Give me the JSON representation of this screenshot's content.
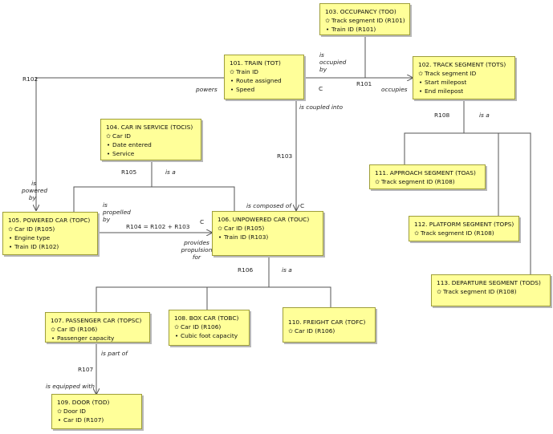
{
  "boxes": {
    "occupancy": {
      "title": "103. OCCUPANCY (TOO)",
      "attrs": [
        {
          "marker": "identifier",
          "text": "Track segment ID (R101)"
        },
        {
          "marker": "bullet",
          "text": "Train ID (R101)"
        }
      ]
    },
    "train": {
      "title": "101. TRAIN (TOT)",
      "attrs": [
        {
          "marker": "identifier",
          "text": "Train ID"
        },
        {
          "marker": "bullet",
          "text": "Route assigned"
        },
        {
          "marker": "bullet",
          "text": "Speed"
        }
      ]
    },
    "track_segment": {
      "title": "102. TRACK SEGMENT (TOTS)",
      "attrs": [
        {
          "marker": "identifier",
          "text": "Track segment ID"
        },
        {
          "marker": "bullet",
          "text": "Start milepost"
        },
        {
          "marker": "bullet",
          "text": "End milepost"
        }
      ]
    },
    "car_in_service": {
      "title": "104. CAR IN SERVICE (TOCIS)",
      "attrs": [
        {
          "marker": "identifier",
          "text": "Car ID"
        },
        {
          "marker": "bullet",
          "text": "Date entered"
        },
        {
          "marker": "bullet",
          "text": "Service"
        }
      ]
    },
    "approach_segment": {
      "title": "111. APPROACH SEGMENT (TOAS)",
      "attrs": [
        {
          "marker": "identifier",
          "text": "Track segment ID (R108)"
        }
      ]
    },
    "platform_segment": {
      "title": "112. PLATFORM SEGMENT (TOPS)",
      "attrs": [
        {
          "marker": "identifier",
          "text": "Track segment ID (R108)"
        }
      ]
    },
    "departure_segment": {
      "title": "113. DEPARTURE SEGMENT (TODS)",
      "attrs": [
        {
          "marker": "identifier",
          "text": "Track segment ID (R108)"
        }
      ]
    },
    "powered_car": {
      "title": "105. POWERED CAR (TOPC)",
      "attrs": [
        {
          "marker": "identifier",
          "text": "Car ID (R105)"
        },
        {
          "marker": "bullet",
          "text": "Engine type"
        },
        {
          "marker": "bullet",
          "text": "Train ID (R102)"
        }
      ]
    },
    "unpowered_car": {
      "title": "106. UNPOWERED CAR (TOUC)",
      "attrs": [
        {
          "marker": "identifier",
          "text": "Car ID (R105)"
        },
        {
          "marker": "bullet",
          "text": "Train ID (R103)"
        }
      ]
    },
    "passenger_car": {
      "title": "107. PASSENGER CAR (TOPSC)",
      "attrs": [
        {
          "marker": "identifier",
          "text": "Car ID (R106)"
        },
        {
          "marker": "bullet",
          "text": "Passenger capacity"
        }
      ]
    },
    "box_car": {
      "title": "108. BOX CAR (TOBC)",
      "attrs": [
        {
          "marker": "identifier",
          "text": "Car ID (R106)"
        },
        {
          "marker": "bullet",
          "text": "Cubic foot capacity"
        }
      ]
    },
    "freight_car": {
      "title": "110. FREIGHT CAR (TOFC)",
      "attrs": [
        {
          "marker": "identifier",
          "text": "Car ID (R106)"
        }
      ]
    },
    "door": {
      "title": "109. DOOR (TOD)",
      "attrs": [
        {
          "marker": "identifier",
          "text": "Door ID"
        },
        {
          "marker": "bullet",
          "text": "Car ID (R107)"
        }
      ]
    }
  },
  "labels": {
    "r101": "R101",
    "is_occupied_by": "is occupied by",
    "occupies": "occupies",
    "r102": "R102",
    "powers": "powers",
    "is_powered_by": "is powered by",
    "c1": "C",
    "is_coupled_into": "is coupled into",
    "r103": "R103",
    "is_composed_of": "is composed of",
    "c2": "C",
    "r108": "R108",
    "is_a_1": "is a",
    "r105": "R105",
    "is_a_2": "is a",
    "is_propelled_by": "is propelled by",
    "r104": "R104 = R102 + R103",
    "c3": "C",
    "provides_propulsion_for": "provides propulsion for",
    "r106": "R106",
    "is_a_3": "is a",
    "is_part_of": "is part of",
    "r107": "R107",
    "is_equipped_with": "is equipped with"
  },
  "colors": {
    "box_fill": "#ffff99",
    "box_border": "#9e9e3a",
    "line": "#555555"
  }
}
